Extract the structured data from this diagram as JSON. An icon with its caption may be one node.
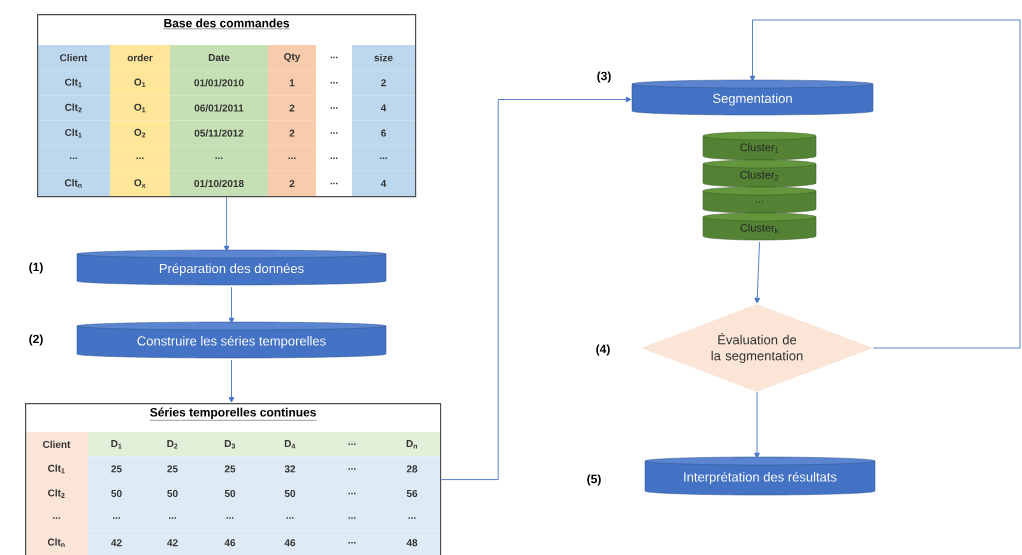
{
  "diagram": {
    "nodes": [
      {
        "text": [
          "Base des commandes"
        ]
      },
      {
        "text": [
          "Préparation des données"
        ],
        "beside": [
          "(1)"
        ]
      },
      {
        "text": [
          "Construire les séries temporelles"
        ],
        "beside": [
          "(2)"
        ]
      },
      {
        "text": [
          "Séries temporelles continues"
        ]
      },
      {
        "text": [
          "Segmentation"
        ],
        "beside": [
          "(3)"
        ]
      },
      {
        "text": [
          "Cluster$_{1}$"
        ]
      },
      {
        "text": [
          "Cluster$_{2}$"
        ]
      },
      {
        "text": [
          "..."
        ]
      },
      {
        "text": [
          "Cluster$_{k}$"
        ]
      },
      {
        "text": [
          "Évaluation de la segmentation"
        ],
        "beside": [
          "(4)"
        ]
      },
      {
        "text": [
          "Interprétation des résultats"
        ],
        "beside": [
          "(5)"
        ]
      }
    ],
    "edges": [
      {
        "from": 0,
        "to": 1,
        "arrow": "to"
      },
      {
        "from": 1,
        "to": 2,
        "arrow": "to"
      },
      {
        "from": 2,
        "to": 3,
        "arrow": "to"
      },
      {
        "from": 3,
        "to": 4,
        "arrow": "to"
      },
      {
        "from": 8,
        "to": 9,
        "arrow": "to"
      },
      {
        "from": 9,
        "to": 10,
        "arrow": "to"
      },
      {
        "from": 9,
        "to": 4,
        "arrow": "to"
      }
    ],
    "labels": [
      "Client",
      "order",
      "Date",
      "Qty",
      "...",
      "size",
      "Clt$_{1}$",
      "O$_{1}$",
      "01/01/2010",
      "1",
      "...",
      "2",
      "Clt$_{2}$",
      "O$_{1}$",
      "06/01/2011",
      "2",
      "...",
      "4",
      "Clt$_{1}$",
      "O$_{2}$",
      "05/11/2012",
      "2",
      "...",
      "6",
      "...",
      "...",
      "...",
      "...",
      "...",
      "...",
      "Clt$_{n}$",
      "O$_{x}$",
      "01/10/2018",
      "2",
      "...",
      "4",
      "Client",
      "D$_{1}$",
      "D$_{2}$",
      "D$_{3}$",
      "D$_{4}$",
      "...",
      "D$_{n}$",
      "Clt$_{1}$",
      "25",
      "25",
      "25",
      "32",
      "...",
      "28",
      "Clt$_{2}$",
      "50",
      "50",
      "50",
      "50",
      "...",
      "56",
      "...",
      "...",
      "...",
      "...",
      "...",
      "...",
      "...",
      "Clt$_{n}$",
      "42",
      "42",
      "46",
      "46",
      "...",
      "48"
    ]
  }
}
